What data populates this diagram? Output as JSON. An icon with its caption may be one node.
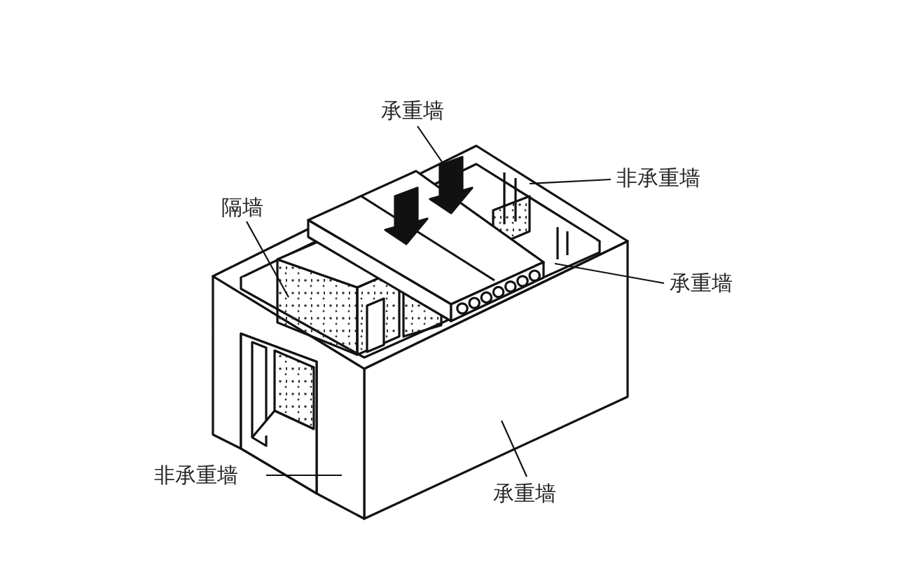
{
  "diagram": {
    "nodes": [
      {
        "text": [
          "承重墙"
        ]
      },
      {
        "text": [
          "非承重墙"
        ]
      },
      {
        "text": [
          "隔墙"
        ]
      },
      {
        "text": [
          "承重墙"
        ]
      },
      {
        "text": [
          "非承重墙"
        ]
      },
      {
        "text": [
          "承重墙"
        ]
      }
    ],
    "edges": [
      {
        "from": 0,
        "to": null,
        "arrow": "none"
      },
      {
        "from": 1,
        "to": null,
        "arrow": "none"
      },
      {
        "from": 2,
        "to": null,
        "arrow": "none"
      },
      {
        "from": 3,
        "to": null,
        "arrow": "none"
      },
      {
        "from": 4,
        "to": null,
        "arrow": "none"
      },
      {
        "from": 5,
        "to": null,
        "arrow": "none"
      }
    ]
  }
}
